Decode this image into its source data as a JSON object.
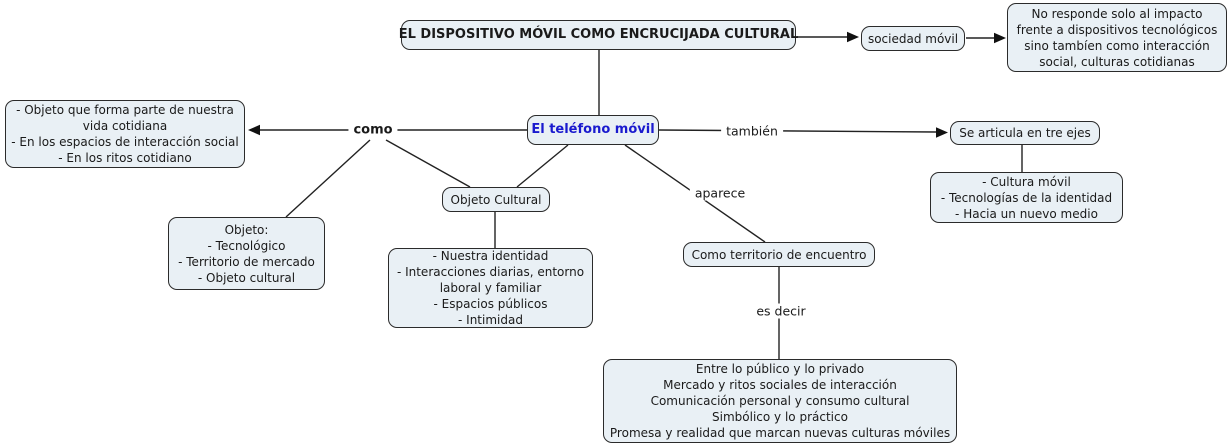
{
  "diagram": {
    "type": "concept-map",
    "title": "EL DISPOSITIVO MÓVIL COMO ENCRUCIJADA CULTURAL"
  },
  "colors": {
    "background": "#ffffff",
    "node_fill": "#e9f0f5",
    "node_border": "#2b2b2b",
    "edge": "#222222",
    "text": "#1a1a1a",
    "highlight_text": "#1a1ace"
  },
  "nodes": {
    "title": {
      "text": "EL DISPOSITIVO MÓVIL COMO ENCRUCIJADA CULTURAL"
    },
    "sociedad": {
      "text": "sociedad móvil"
    },
    "impacto": {
      "text": "No responde solo al impacto\nfrente a dispositivos tecnológicos\nsino tambíen como interacción\nsocial, culturas cotidianas"
    },
    "telefono": {
      "text": "El teléfono móvil"
    },
    "vida_cotidiana": {
      "text": "- Objeto que forma parte de nuestra\nvida cotidiana\n- En los espacios de interacción social\n- En los ritos cotidiano"
    },
    "se_articula": {
      "text": "Se articula en tre ejes"
    },
    "tres_ejes": {
      "text": "- Cultura móvil\n- Tecnologías de la identidad\n- Hacia un nuevo medio"
    },
    "objeto": {
      "text": "Objeto:\n- Tecnológico\n- Territorio de mercado\n- Objeto cultural"
    },
    "objeto_cultural": {
      "text": "Objeto Cultural"
    },
    "identidad": {
      "text": "- Nuestra identidad\n- Interacciones diarias, entorno\nlaboral y familiar\n- Espacios públicos\n- Intimidad"
    },
    "territorio": {
      "text": "Como territorio de encuentro"
    },
    "publico_privado": {
      "text": "Entre lo público y lo privado\nMercado y ritos sociales de interacción\nComunicación personal y consumo cultural\nSimbólico y lo práctico\nPromesa y realidad que marcan nuevas culturas móviles"
    }
  },
  "link_labels": {
    "como": "como",
    "tambien": "también",
    "aparece": "aparece",
    "es_decir": "es decir"
  }
}
